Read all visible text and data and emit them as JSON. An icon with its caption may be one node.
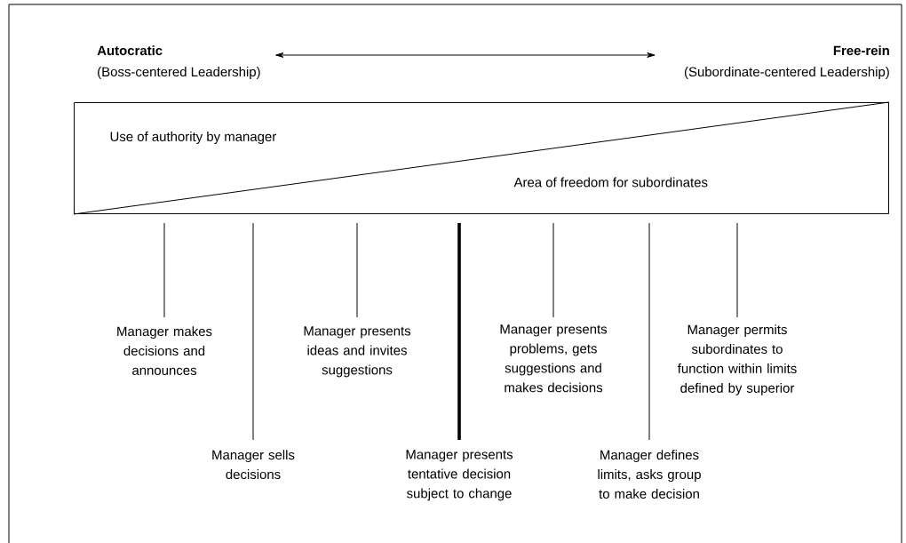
{
  "diagram": {
    "nodes": [
      {
        "text": [
          "Use of authority by manager",
          "Area of freedom for subordinates"
        ]
      },
      {
        "text": [
          "Autocratic",
          "(Boss-centered Leadership)"
        ]
      },
      {
        "text": [
          "Free-rein",
          "(Subordinate-centered Leadership)"
        ]
      },
      {
        "text": [
          "Manager makes decisions and announces"
        ]
      },
      {
        "text": [
          "Manager sells decisions"
        ]
      },
      {
        "text": [
          "Manager presents ideas and invites suggestions"
        ]
      },
      {
        "text": [
          "Manager presents tentative decision subject to change"
        ]
      },
      {
        "text": [
          "Manager presents problems, gets suggestions and makes decisions"
        ]
      },
      {
        "text": [
          "Manager defines limits, asks group to make decision"
        ]
      },
      {
        "text": [
          "Manager permits subordinates to function within limits defined by superior"
        ]
      }
    ],
    "edges": [
      {
        "from": 1,
        "to": 2,
        "arrow": "both"
      },
      {
        "from": 3,
        "to": 0,
        "arrow": "none"
      },
      {
        "from": 4,
        "to": 0,
        "arrow": "none"
      },
      {
        "from": 5,
        "to": 0,
        "arrow": "none"
      },
      {
        "from": 6,
        "to": 0,
        "arrow": "none",
        "style": "thick"
      },
      {
        "from": 7,
        "to": 0,
        "arrow": "none"
      },
      {
        "from": 8,
        "to": 0,
        "arrow": "none"
      },
      {
        "from": 9,
        "to": 0,
        "arrow": "none"
      }
    ]
  }
}
